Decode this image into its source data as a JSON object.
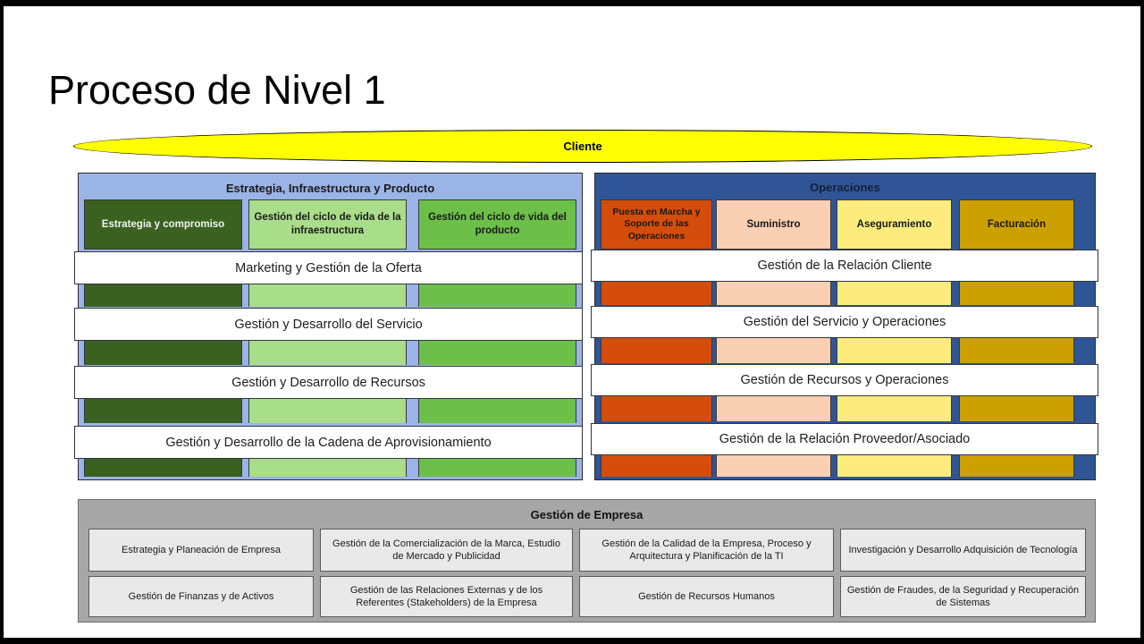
{
  "page_title": "Proceso de Nivel 1",
  "customer_band": {
    "label": "Cliente",
    "fill_color": "#ffff00"
  },
  "panels": {
    "sip": {
      "title": "Estrategia, Infraestructura y Producto",
      "background_color": "#9ab4e8",
      "columns": [
        {
          "label": "Estrategia y compromiso",
          "color": "#3a6120"
        },
        {
          "label": "Gestión del ciclo de vida de la infraestructura",
          "color": "#a9dd8a"
        },
        {
          "label": "Gestión del ciclo de vida del producto",
          "color": "#6cc04a"
        }
      ],
      "process_bars": [
        "Marketing y Gestión de la Oferta",
        "Gestión y Desarrollo del Servicio",
        "Gestión y Desarrollo de Recursos",
        "Gestión y Desarrollo de la Cadena de Aprovisionamiento"
      ]
    },
    "operations": {
      "title": "Operaciones",
      "background_color": "#2f5597",
      "columns": [
        {
          "label": "Puesta en Marcha y Soporte de las Operaciones",
          "color": "#d44d0c"
        },
        {
          "label": "Suministro",
          "color": "#fbcfb3"
        },
        {
          "label": "Aseguramiento",
          "color": "#fdec7d"
        },
        {
          "label": "Facturación",
          "color": "#cca000"
        }
      ],
      "process_bars": [
        "Gestión de la Relación Cliente",
        "Gestión del Servicio y Operaciones",
        "Gestión de Recursos y Operaciones",
        "Gestión de la Relación Proveedor/Asociado"
      ]
    },
    "empresa": {
      "title": "Gestión de Empresa",
      "background_color": "#a6a6a6",
      "cards": [
        "Estrategia y Planeación de Empresa",
        "Gestión de la Comercialización de la Marca, Estudio de Mercado y Publicidad",
        "Gestión de la Calidad de la Empresa, Proceso y Arquitectura y Planificación de la TI",
        "Investigación y Desarrollo Adquisición de Tecnología",
        "Gestión de Finanzas y de Activos",
        "Gestión de las Relaciones Externas y de los Referentes (Stakeholders) de la Empresa",
        "Gestión de Recursos Humanos",
        "Gestión de Fraudes, de la Seguridad y Recuperación de Sistemas"
      ]
    }
  }
}
